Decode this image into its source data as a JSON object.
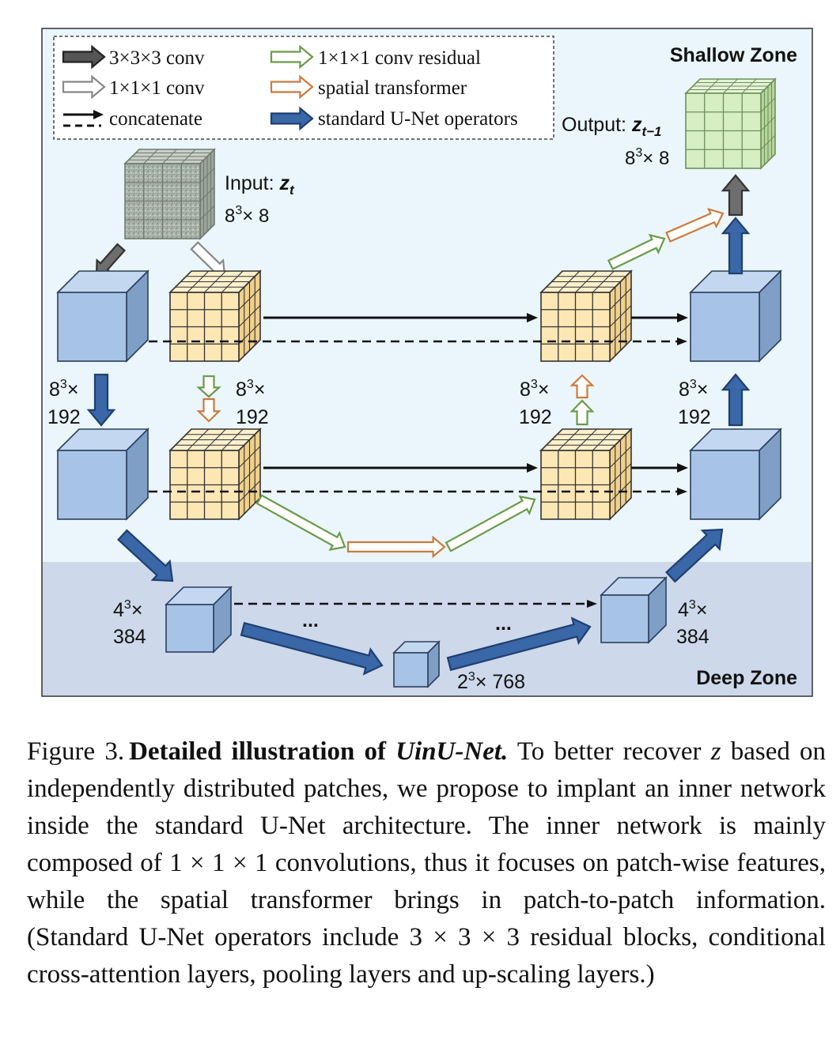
{
  "legend": {
    "conv333": "3×3×3 conv",
    "conv111": "1×1×1 conv",
    "concatenate": "concatenate",
    "conv111_residual": "1×1×1 conv residual",
    "spatial_transformer": "spatial transformer",
    "unet_ops": "standard U-Net operators"
  },
  "zones": {
    "shallow": "Shallow Zone",
    "deep": "Deep Zone"
  },
  "input": {
    "label": "Input: ",
    "var": "z",
    "sub": "t",
    "shape": "8",
    "shape_exp": "3",
    "shape_rest": "× 8"
  },
  "output": {
    "label": "Output: ",
    "var": "z",
    "sub": "t−1",
    "shape": "8",
    "shape_exp": "3",
    "shape_rest": "× 8"
  },
  "dims": {
    "d8_base": "8",
    "d8_exp": "3",
    "d8_times": "×",
    "d192": "192",
    "d4_base": "4",
    "d4_exp": "3",
    "d4_times": "×",
    "d384": "384",
    "d2_base": "2",
    "d2_exp": "3",
    "d2_rest": "× 768",
    "ellipsis": "..."
  },
  "colors": {
    "shallow_bg": "#eaf6fb",
    "deep_bg": "#cdd8ea",
    "blue_cube": "#a7c4e6",
    "yellow_cube": "#fde7b4",
    "green_cube": "#d6eec2",
    "unet_arrow": "#3a67a8",
    "residual_arrow": "#6b9a4a",
    "transformer_arrow": "#cc7a3e",
    "conv333_arrow": "#6e6e6e"
  },
  "caption": {
    "fig_num": "Figure 3.",
    "title": "Detailed illustration of ",
    "title_em": "UinU-Net.",
    "text1": " To better recover ",
    "var": "z",
    "text2": " based on independently distributed patches, we propose to implant an inner network inside the standard U-Net architecture. The inner network is mainly composed of 1 × 1 × 1 convolutions, thus it focuses on patch-wise features, while the spatial transformer brings in patch-to-patch information. (Standard U-Net operators include 3 × 3 × 3 residual blocks, conditional cross-attention layers, pooling layers and up-scaling layers.)"
  }
}
